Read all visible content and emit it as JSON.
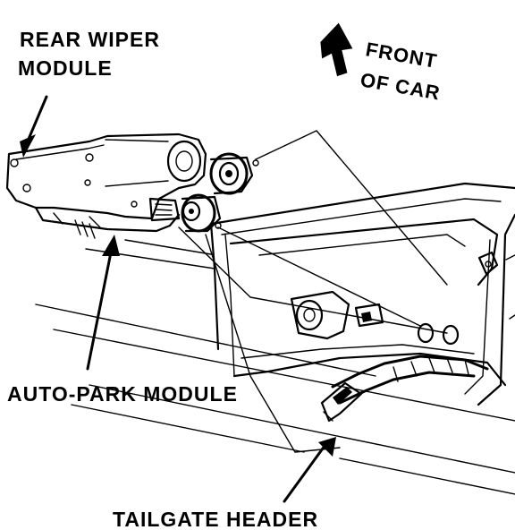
{
  "labels": {
    "rear_wiper_line1": "REAR WIPER",
    "rear_wiper_line2": "MODULE",
    "front_line1": "FRONT",
    "front_line2": "OF CAR",
    "auto_park": "AUTO-PARK MODULE",
    "tailgate_header": "TAILGATE HEADER"
  },
  "colors": {
    "ink": "#000000",
    "paper": "#ffffff"
  }
}
